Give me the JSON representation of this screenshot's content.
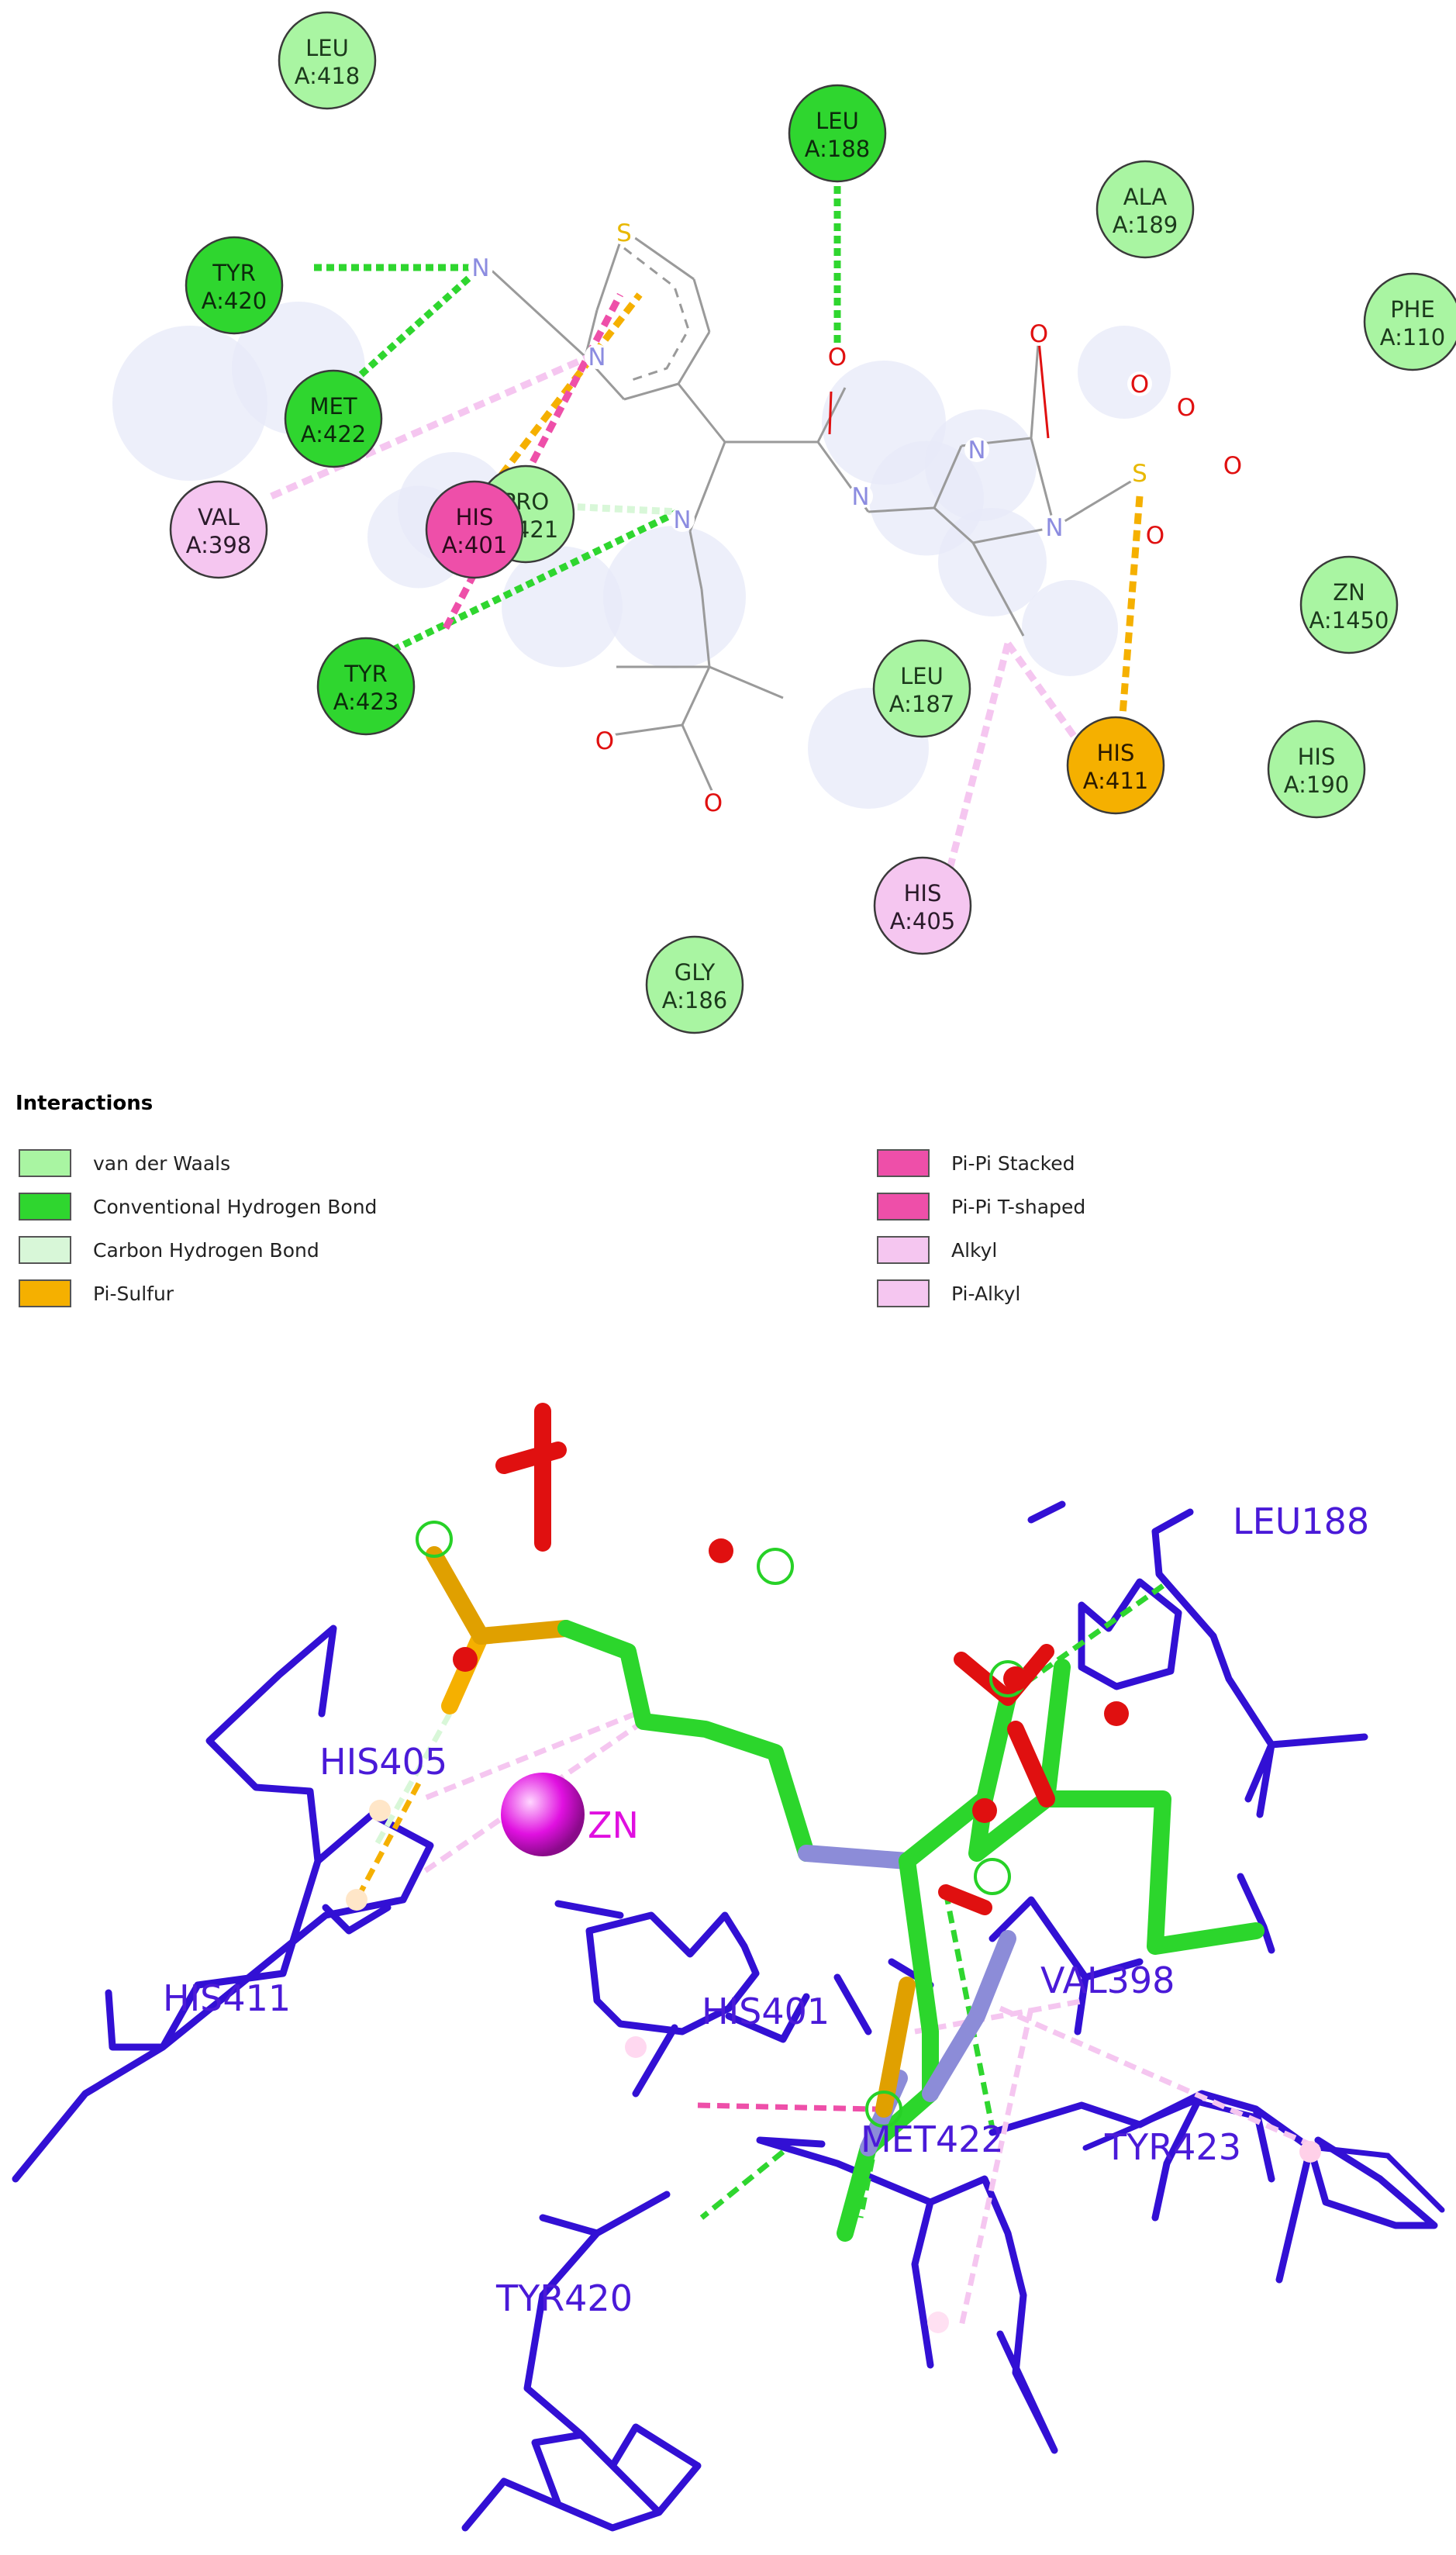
{
  "colors": {
    "vdw": "#a9f5a2",
    "conv_hbond": "#2fd62f",
    "carbon_hbond": "#d8f7d8",
    "pi_sulfur": "#f5b000",
    "pi_pi": "#ee4fa9",
    "alkyl": "#f5c6f0",
    "protein": "#3210d4",
    "ligand": "#2cd62c",
    "zinc": "#e010e0"
  },
  "residues2d": [
    {
      "name": "LEU",
      "id": "A:418",
      "type": "vdw"
    },
    {
      "name": "LEU",
      "id": "A:188",
      "type": "conv_hbond"
    },
    {
      "name": "ALA",
      "id": "A:189",
      "type": "vdw"
    },
    {
      "name": "TYR",
      "id": "A:420",
      "type": "conv_hbond"
    },
    {
      "name": "PHE",
      "id": "A:110",
      "type": "vdw"
    },
    {
      "name": "MET",
      "id": "A:422",
      "type": "conv_hbond"
    },
    {
      "name": "PRO",
      "id": "A:421",
      "type": "vdw"
    },
    {
      "name": "VAL",
      "id": "A:398",
      "type": "alkyl"
    },
    {
      "name": "HIS",
      "id": "A:401",
      "type": "pi_pi"
    },
    {
      "name": "ZN",
      "id": "A:1450",
      "type": "vdw"
    },
    {
      "name": "TYR",
      "id": "A:423",
      "type": "conv_hbond"
    },
    {
      "name": "LEU",
      "id": "A:187",
      "type": "vdw"
    },
    {
      "name": "HIS",
      "id": "A:411",
      "type": "pi_sulfur"
    },
    {
      "name": "HIS",
      "id": "A:190",
      "type": "vdw"
    },
    {
      "name": "HIS",
      "id": "A:405",
      "type": "alkyl"
    },
    {
      "name": "GLY",
      "id": "A:186",
      "type": "vdw"
    }
  ],
  "atoms2d": [
    {
      "label": "S",
      "color": "#e8b800"
    },
    {
      "label": "N",
      "color": "#8c8ce0"
    },
    {
      "label": "N",
      "color": "#8c8ce0"
    },
    {
      "label": "N",
      "color": "#8c8ce0"
    },
    {
      "label": "N",
      "color": "#8c8ce0"
    },
    {
      "label": "O",
      "color": "#e01010"
    },
    {
      "label": "N",
      "color": "#8c8ce0"
    },
    {
      "label": "O",
      "color": "#e01010"
    },
    {
      "label": "N",
      "color": "#8c8ce0"
    },
    {
      "label": "S",
      "color": "#e8b800"
    },
    {
      "label": "O",
      "color": "#e01010"
    },
    {
      "label": "O",
      "color": "#e01010"
    },
    {
      "label": "O",
      "color": "#e01010"
    },
    {
      "label": "O",
      "color": "#e01010"
    },
    {
      "label": "O",
      "color": "#e01010"
    },
    {
      "label": "O",
      "color": "#e01010"
    }
  ],
  "legend": {
    "title": "Interactions",
    "items": [
      {
        "label": "van der Waals",
        "type": "vdw"
      },
      {
        "label": "Conventional Hydrogen Bond",
        "type": "conv_hbond"
      },
      {
        "label": "Carbon Hydrogen Bond",
        "type": "carbon_hbond"
      },
      {
        "label": "Pi-Sulfur",
        "type": "pi_sulfur"
      },
      {
        "label": "Pi-Pi Stacked",
        "type": "pi_pi"
      },
      {
        "label": "Pi-Pi T-shaped",
        "type": "pi_pi"
      },
      {
        "label": "Alkyl",
        "type": "alkyl"
      },
      {
        "label": "Pi-Alkyl",
        "type": "alkyl"
      }
    ]
  },
  "labels3d": [
    {
      "text": "LEU188"
    },
    {
      "text": "HIS405"
    },
    {
      "text": "ZN",
      "zinc": true
    },
    {
      "text": "HIS401"
    },
    {
      "text": "VAL398"
    },
    {
      "text": "HIS411"
    },
    {
      "text": "MET422"
    },
    {
      "text": "TYR423"
    },
    {
      "text": "TYR420"
    }
  ]
}
